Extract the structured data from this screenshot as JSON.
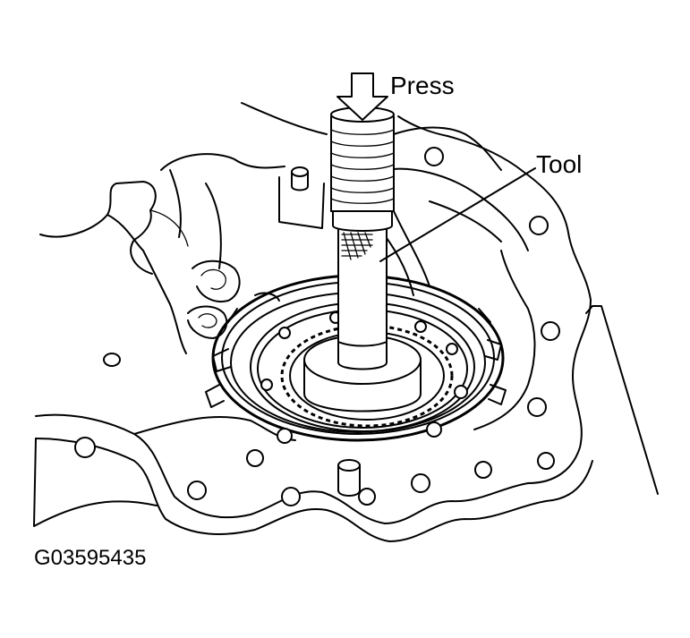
{
  "labels": {
    "press": "Press",
    "tool": "Tool",
    "figure_code": "G03595435"
  },
  "colors": {
    "ink": "#000000",
    "paper": "#ffffff"
  }
}
